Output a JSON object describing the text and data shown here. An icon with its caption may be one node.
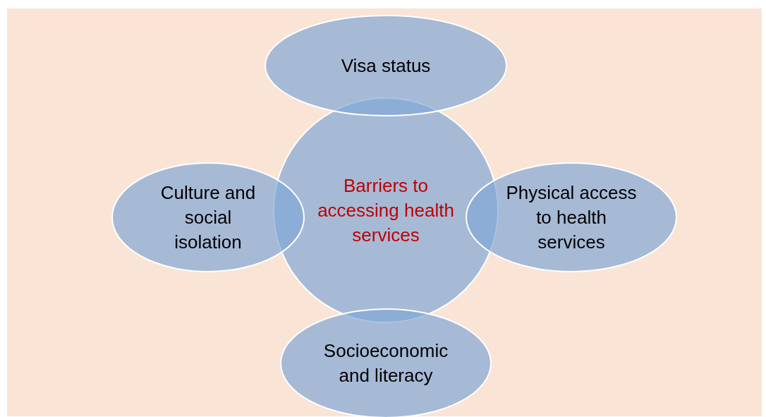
{
  "diagram": {
    "nodes": [
      {
        "text": [
          "Visa status"
        ]
      },
      {
        "text": [
          "Culture and social isolation"
        ]
      },
      {
        "text": [
          "Barriers to accessing health services"
        ]
      },
      {
        "text": [
          "Physical access to health services"
        ]
      },
      {
        "text": [
          "Socioeconomic and literacy"
        ]
      }
    ]
  }
}
